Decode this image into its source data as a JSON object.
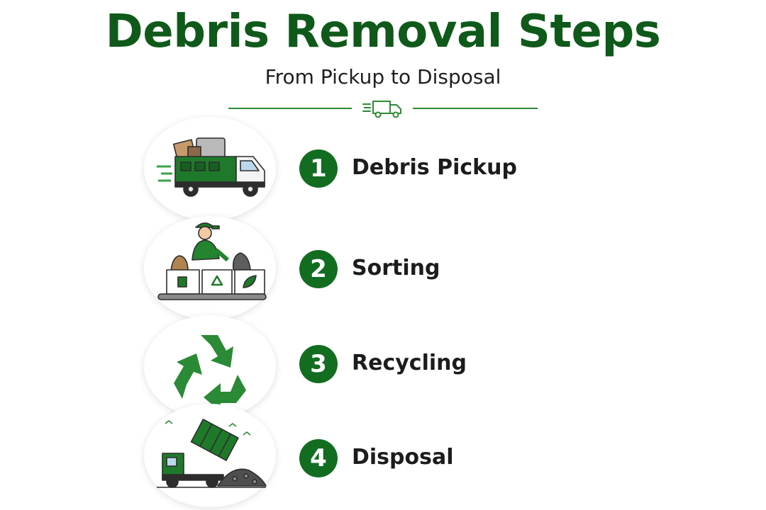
{
  "header": {
    "title": "Debris Removal Steps",
    "subtitle": "From Pickup to Disposal"
  },
  "colors": {
    "brand_green": "#126d20",
    "title_green": "#0f5a1a",
    "accent_green": "#2f8a34"
  },
  "steps": [
    {
      "number": "1",
      "label": "Debris Pickup",
      "icon": "dump-truck-loaded-icon"
    },
    {
      "number": "2",
      "label": "Sorting",
      "icon": "worker-sorting-bins-icon"
    },
    {
      "number": "3",
      "label": "Recycling",
      "icon": "recycle-arrows-icon"
    },
    {
      "number": "4",
      "label": "Disposal",
      "icon": "dump-truck-unloading-icon"
    }
  ]
}
